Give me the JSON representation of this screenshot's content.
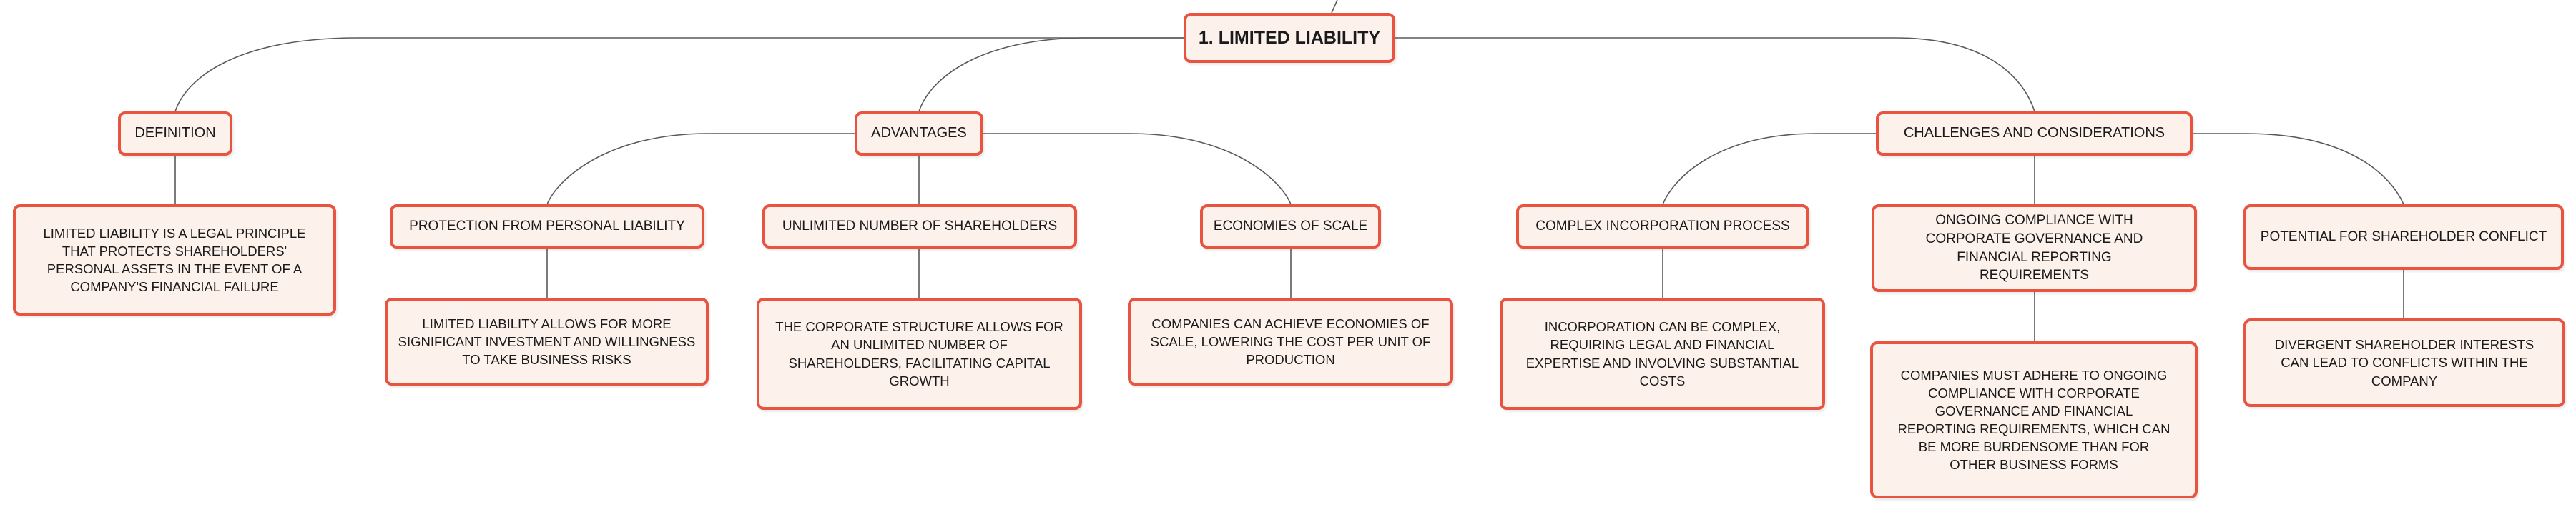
{
  "diagram": {
    "type": "mind-map",
    "root": {
      "label": "1. LIMITED LIABILITY"
    },
    "branches": {
      "definition": {
        "label": "DEFINITION",
        "detail": "LIMITED LIABILITY IS A LEGAL PRINCIPLE THAT PROTECTS SHAREHOLDERS' PERSONAL ASSETS IN THE EVENT OF A COMPANY'S FINANCIAL FAILURE"
      },
      "advantages": {
        "label": "ADVANTAGES",
        "items": [
          {
            "label": "PROTECTION FROM PERSONAL LIABILITY",
            "detail": "LIMITED LIABILITY ALLOWS FOR MORE SIGNIFICANT INVESTMENT AND WILLINGNESS TO TAKE BUSINESS RISKS"
          },
          {
            "label": "UNLIMITED NUMBER OF SHAREHOLDERS",
            "detail": "THE CORPORATE STRUCTURE ALLOWS FOR AN UNLIMITED NUMBER OF SHAREHOLDERS, FACILITATING CAPITAL GROWTH"
          },
          {
            "label": "ECONOMIES OF SCALE",
            "detail": "COMPANIES CAN ACHIEVE ECONOMIES OF SCALE, LOWERING THE COST PER UNIT OF PRODUCTION"
          }
        ]
      },
      "challenges": {
        "label": "CHALLENGES AND CONSIDERATIONS",
        "items": [
          {
            "label": "COMPLEX INCORPORATION PROCESS",
            "detail": "INCORPORATION CAN BE COMPLEX, REQUIRING LEGAL AND FINANCIAL EXPERTISE AND INVOLVING SUBSTANTIAL COSTS"
          },
          {
            "label": "ONGOING COMPLIANCE WITH CORPORATE GOVERNANCE AND FINANCIAL REPORTING REQUIREMENTS",
            "detail": "COMPANIES MUST ADHERE TO ONGOING COMPLIANCE WITH CORPORATE GOVERNANCE AND FINANCIAL REPORTING REQUIREMENTS, WHICH CAN BE MORE BURDENSOME THAN FOR OTHER BUSINESS FORMS"
          },
          {
            "label": "POTENTIAL FOR SHAREHOLDER CONFLICT",
            "detail": "DIVERGENT SHAREHOLDER INTERESTS CAN LEAD TO CONFLICTS WITHIN THE COMPANY"
          }
        ]
      }
    },
    "colors": {
      "node_border": "#e8543f",
      "node_fill": "#fdf1ec",
      "connector": "#5a5a5a",
      "text": "#1a1a1a"
    }
  }
}
